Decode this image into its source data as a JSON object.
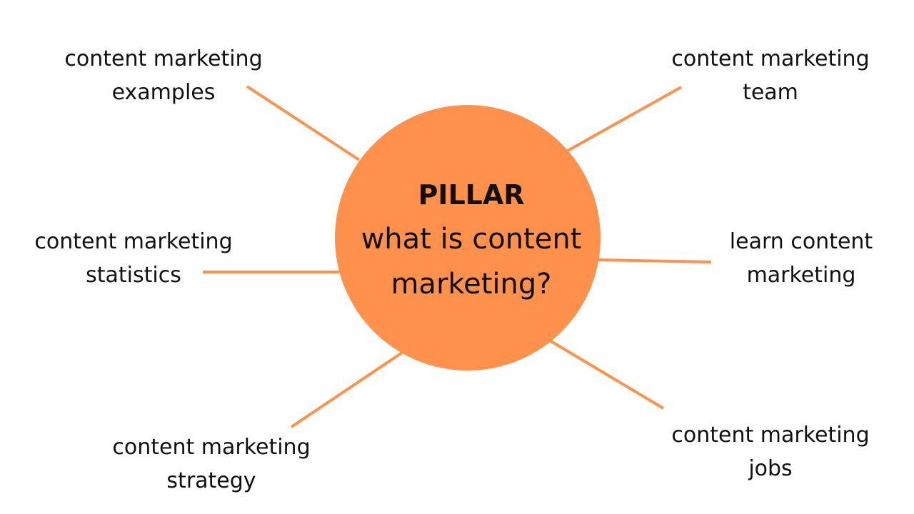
{
  "colors": {
    "accent": "#FF914D",
    "text": "#111111",
    "background": "#FFFFFF"
  },
  "center": {
    "title": "PILLAR",
    "line1": "what is content",
    "line2": "marketing?"
  },
  "nodes": [
    {
      "id": "examples",
      "line1": "content marketing",
      "line2": "examples"
    },
    {
      "id": "team",
      "line1": "content marketing",
      "line2": "team"
    },
    {
      "id": "statistics",
      "line1": "content marketing",
      "line2": "statistics"
    },
    {
      "id": "learn",
      "line1": "learn content",
      "line2": "marketing"
    },
    {
      "id": "strategy",
      "line1": "content marketing",
      "line2": "strategy"
    },
    {
      "id": "jobs",
      "line1": "content marketing",
      "line2": "jobs"
    }
  ]
}
